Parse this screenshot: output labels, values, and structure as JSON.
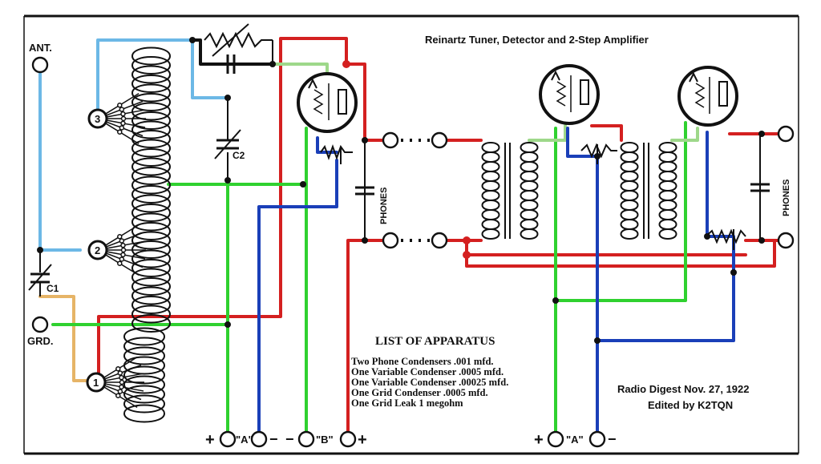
{
  "title": "Reinartz Tuner, Detector and 2-Step Amplifier",
  "labels": {
    "ant": "ANT.",
    "grd": "GRD.",
    "c1": "C1",
    "c2": "C2",
    "tap1": "1",
    "tap2": "2",
    "tap3": "3",
    "phones": "PHONES",
    "a": "\"A\"",
    "b": "\"B\"",
    "plus": "+",
    "minus": "−"
  },
  "apparatus": {
    "heading": "LIST OF APPARATUS",
    "items": [
      "Two Phone Condensers .001 mfd.",
      "One Variable Condenser .0005 mfd.",
      "One Variable Condenser .00025 mfd.",
      "One Grid Condenser .0005 mfd.",
      "One Grid Leak 1 megohm"
    ]
  },
  "credits": {
    "source": "Radio Digest Nov. 27, 1922",
    "editor": "Edited by K2TQN"
  },
  "colors": {
    "red": "#d42020",
    "green": "#2fd12f",
    "blue": "#1a3fb8",
    "lightblue": "#6cb8e6",
    "lightgreen": "#9ed88a",
    "tan": "#e6b467"
  }
}
